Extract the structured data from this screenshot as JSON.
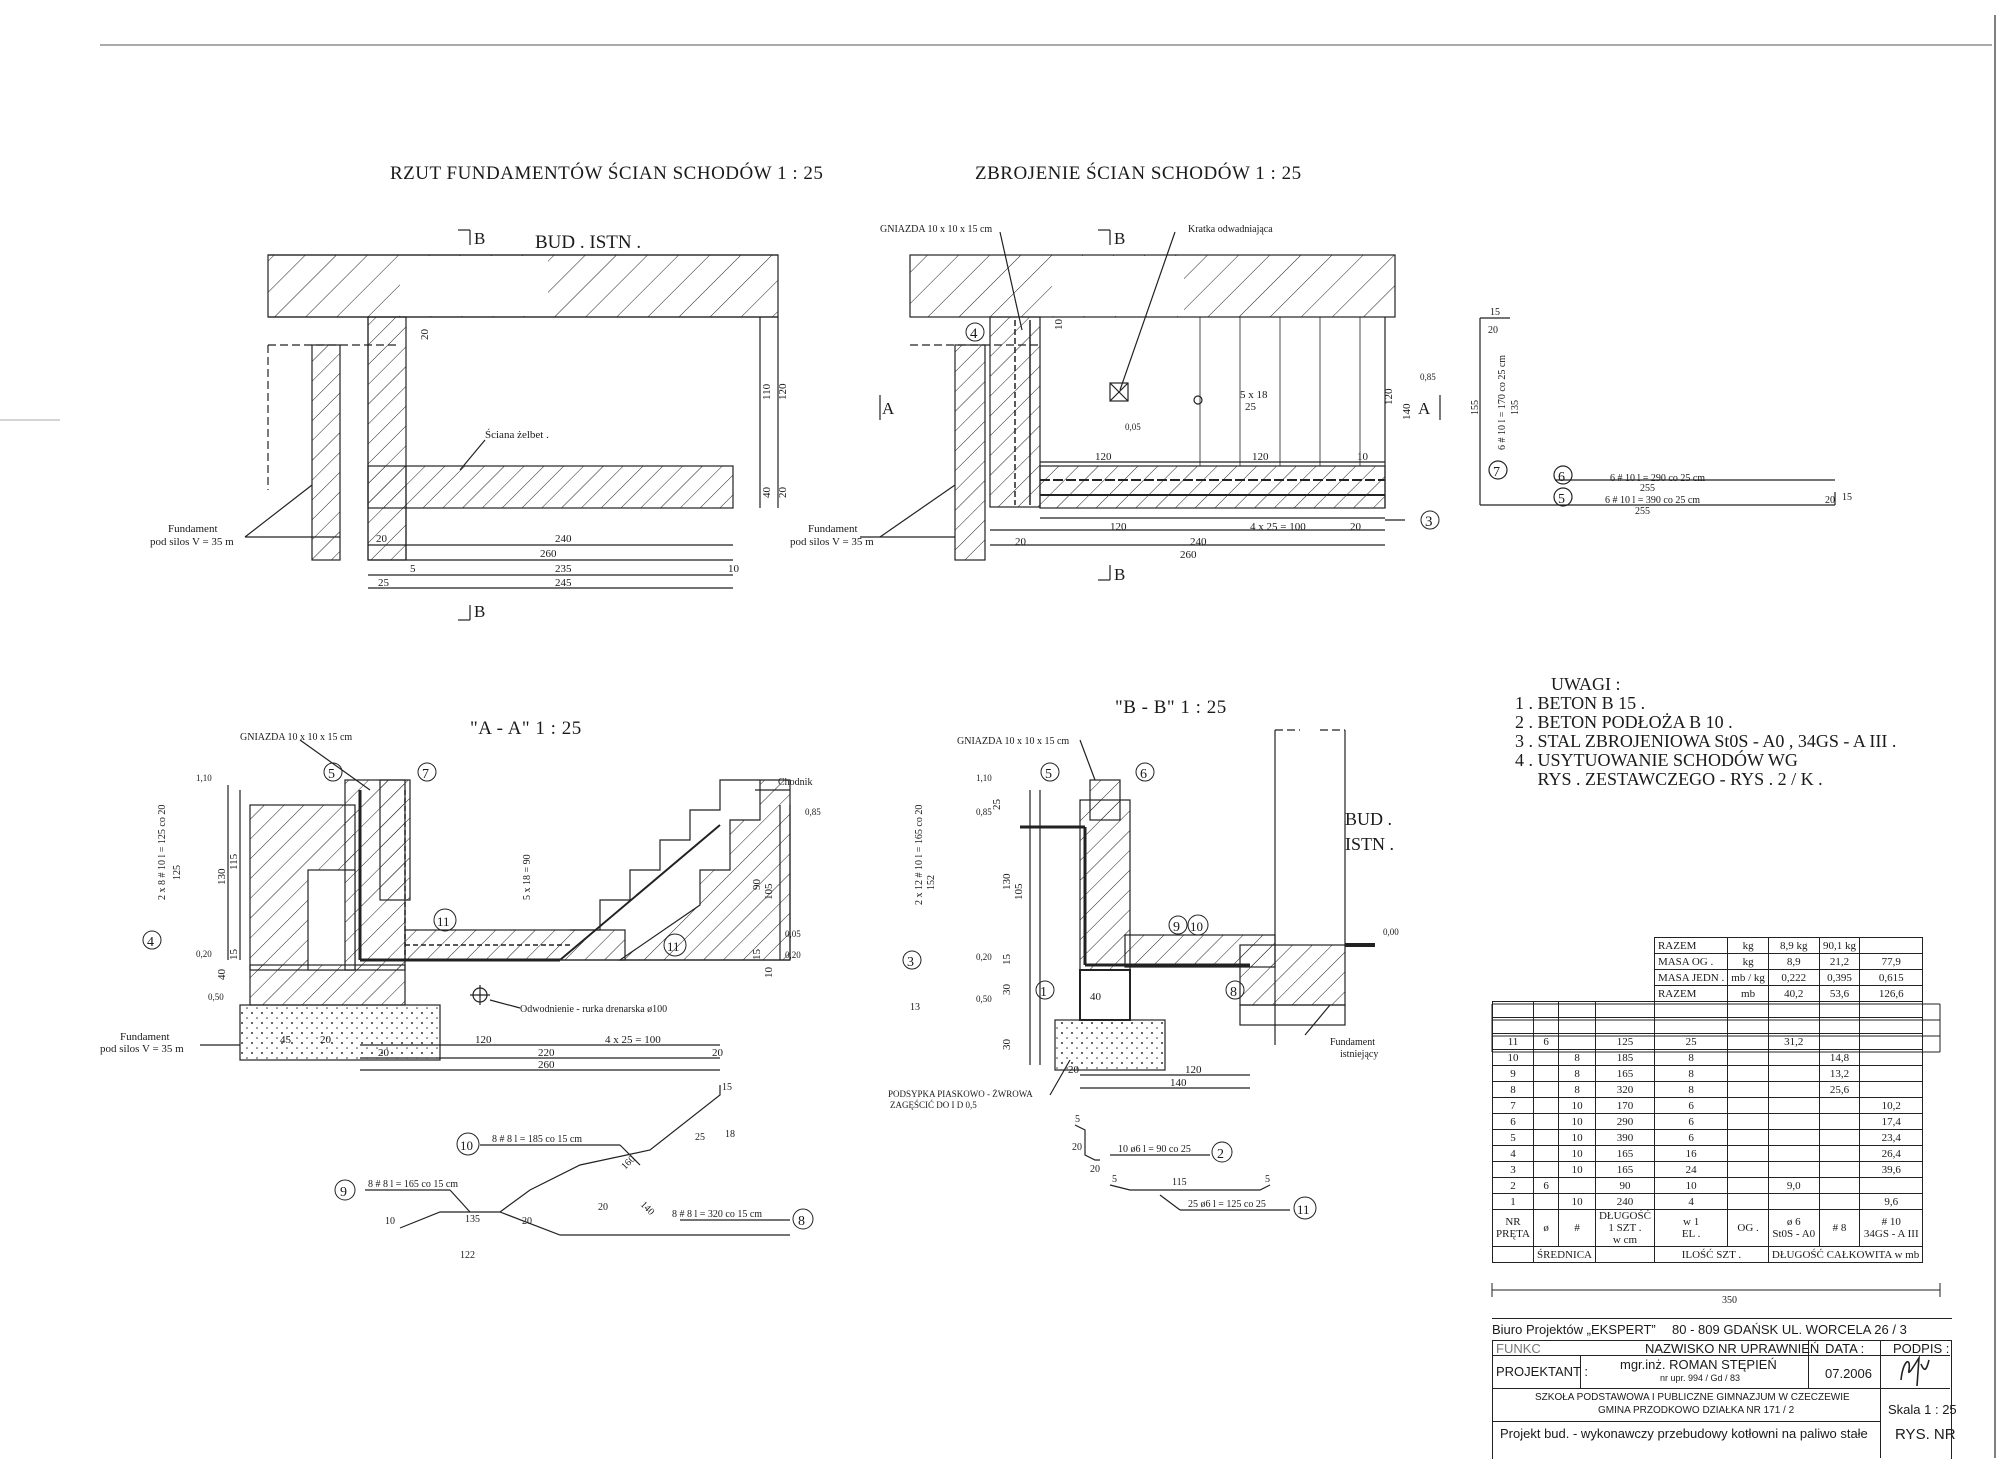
{
  "titles": {
    "plan": "RZUT FUNDAMENTÓW ŚCIAN SCHODÓW 1 : 25",
    "reinforcement": "ZBROJENIE ŚCIAN SCHODÓW 1 : 25",
    "section_aa": "\"A - A\" 1 : 25",
    "section_bb": "\"B - B\" 1 : 25"
  },
  "plan_labels": {
    "bud_istn": "BUD . ISTN .",
    "sciana": "Ściana żelbet .",
    "fundament_1": "Fundament",
    "fundament_2": "pod silos V = 35 m",
    "b_marker": "B",
    "dims": [
      "20",
      "240",
      "260",
      "5",
      "235",
      "10",
      "25",
      "245",
      "20",
      "110",
      "120",
      "40",
      "20"
    ]
  },
  "reinf_labels": {
    "gniazda": "GNIAZDA 10 x 10 x 15 cm",
    "kratka": "Kratka odwadniająca",
    "a_marker": "A",
    "b_marker": "B",
    "bar_4": "4",
    "bar_3": "3",
    "steps": "5 x 18",
    "steps_2": "25",
    "lvl_085": "0,85",
    "lvl_005": "0,05",
    "fundament_1": "Fundament",
    "fundament_2": "pod silos V = 35 m",
    "dims": [
      "120",
      "120",
      "10",
      "120",
      "240",
      "4 x 25 = 100",
      "20",
      "20",
      "260",
      "120",
      "140",
      "10"
    ]
  },
  "bar_shapes": {
    "b7": "6 # 10 l = 170 co 25 cm",
    "b6": "6 # 10 l = 290 co 25 cm",
    "b5": "6 # 10 l = 390 co 25 cm",
    "d15": "15",
    "d20": "20",
    "d155": "155",
    "d135": "135",
    "d255a": "255",
    "d255b": "255",
    "d20b": "20",
    "d15b": "15",
    "n7": "7",
    "n6": "6",
    "n5": "5"
  },
  "section_aa_labels": {
    "gniazda": "GNIAZDA 10 x 10 x 15 cm",
    "chodnik": "Chodnik",
    "odwodnienie": "Odwodnienie - rurka drenarska ø100",
    "vertical_bar": "2 x 8 # 10 l = 125 co 20",
    "vertical_125": "125",
    "steps": "5 x 18 = 90",
    "lvl_110": "1,10",
    "lvl_085": "0,85",
    "lvl_020": "0,20",
    "lvl_050": "0,50",
    "lvl_005": "0,05",
    "lvl_020b": "0,20",
    "fundament_1": "Fundament",
    "fundament_2": "pod silos V = 35 m",
    "n4": "4",
    "n5": "5",
    "n7": "7",
    "n11a": "11",
    "n11b": "11",
    "dims": [
      "130",
      "115",
      "15",
      "40",
      "45",
      "20",
      "20",
      "120",
      "220",
      "4 x 25 = 100",
      "20",
      "260",
      "90",
      "105",
      "15",
      "10"
    ]
  },
  "section_bb_labels": {
    "gniazda": "GNIAZDA 10 x 10 x 15 cm",
    "bud_istn_1": "BUD .",
    "bud_istn_2": "ISTN .",
    "podsypka_1": "PODSYPKA PIASKOWO - ŻWROWA",
    "podsypka_2": "ZAGĘŚCIĆ DO I D 0,5",
    "fundament_1": "Fundament",
    "fundament_2": "istniejący",
    "vertical_bar": "2 x 12 # 10 l = 165 co 20",
    "vertical_152": "152",
    "lvl_110": "1,10",
    "lvl_085": "0,85",
    "lvl_020": "0,20",
    "lvl_050": "0,50",
    "lvl_000": "0,00",
    "n3": "3",
    "n1": "1",
    "n5": "5",
    "n6": "6",
    "n9": "9",
    "n10": "10",
    "n8": "8",
    "d13": "13",
    "dims": [
      "25",
      "130",
      "105",
      "15",
      "30",
      "40",
      "30",
      "20",
      "120",
      "140"
    ]
  },
  "bar_details": {
    "b10": "8 # 8 l = 185 co 15 cm",
    "b9": "8 # 8 l = 165 co 15 cm",
    "b8": "8 # 8 l = 320 co 15 cm",
    "b2": "10 ø6 l = 90 co 25",
    "b11": "25 ø6 l = 125 co 25",
    "n10": "10",
    "n9": "9",
    "n8": "8",
    "n2": "2",
    "n11": "11",
    "dims": [
      "15",
      "25",
      "18",
      "160",
      "20",
      "140",
      "10",
      "135",
      "20",
      "122",
      "5",
      "20",
      "20",
      "5",
      "115",
      "5"
    ]
  },
  "notes": {
    "heading": "UWAGI :",
    "items": [
      "1 . BETON B 15 .",
      "2 . BETON PODŁOŻA B 10 .",
      "3 . STAL ZBROJENIOWA St0S - A0 , 34GS - A III .",
      "4 . USYTUOWANIE SCHODÓW WG",
      "     RYS . ZESTAWCZEGO - RYS . 2 / K ."
    ]
  },
  "schedule": {
    "summary": [
      [
        "RAZEM",
        "kg",
        "8,9 kg",
        "",
        "90,1 kg",
        ""
      ],
      [
        "MASA OG .",
        "kg",
        "8,9",
        "",
        "21,2",
        "77,9"
      ],
      [
        "MASA JEDN .",
        "mb / kg",
        "0,222",
        "",
        "0,395",
        "0,615"
      ],
      [
        "RAZEM",
        "mb",
        "40,2",
        "",
        "53,6",
        "126,6"
      ]
    ],
    "rows": [
      [
        "11",
        "6",
        "",
        "125",
        "25",
        "31,2",
        "",
        ""
      ],
      [
        "10",
        "",
        "8",
        "185",
        "8",
        "",
        "14,8",
        ""
      ],
      [
        "9",
        "",
        "8",
        "165",
        "8",
        "",
        "13,2",
        ""
      ],
      [
        "8",
        "",
        "8",
        "320",
        "8",
        "",
        "25,6",
        ""
      ],
      [
        "7",
        "",
        "10",
        "170",
        "6",
        "",
        "",
        "10,2"
      ],
      [
        "6",
        "",
        "10",
        "290",
        "6",
        "",
        "",
        "17,4"
      ],
      [
        "5",
        "",
        "10",
        "390",
        "6",
        "",
        "",
        "23,4"
      ],
      [
        "4",
        "",
        "10",
        "165",
        "16",
        "",
        "",
        "26,4"
      ],
      [
        "3",
        "",
        "10",
        "165",
        "24",
        "",
        "",
        "39,6"
      ],
      [
        "2",
        "6",
        "",
        "90",
        "10",
        "9,0",
        "",
        ""
      ],
      [
        "1",
        "",
        "10",
        "240",
        "4",
        "",
        "",
        "9,6"
      ]
    ],
    "header": {
      "nr": "NR",
      "preta": "PRĘTA",
      "fi": "ø",
      "hash": "#",
      "dlugosc": "DŁUGOŚĆ",
      "szt": "1 SZT .",
      "wcm": "w cm",
      "w1": "w 1",
      "el": "EL .",
      "og": "OG .",
      "fi6": "ø 6",
      "st0s": "St0S - A0",
      "h8": "# 8",
      "h10": "# 10",
      "gs": "34GS - A III",
      "srednica": "ŚREDNICA",
      "ilosc": "ILOŚĆ SZT .",
      "dlugosc_calk": "DŁUGOŚĆ CAŁKOWITA w mb"
    },
    "width_dim": "350"
  },
  "title_block": {
    "office": "Biuro Projektów „EKSPERT”",
    "address": "80 - 809 GDAŃSK UL. WORCELA 26 / 3",
    "col_func": "FUNKC",
    "col_name": "NAZWISKO NR UPRAWNIEŃ",
    "col_date": "DATA :",
    "col_sign": "PODPIS :",
    "projektant": "PROJEKTANT :",
    "name": "mgr.inż. ROMAN STĘPIEŃ",
    "license": "nr upr. 994 / Gd / 83",
    "date": "07.2006",
    "client_1": "SZKOŁA PODSTAWOWA I PUBLICZNE GIMNAZJUM W CZECZEWIE",
    "client_2": "GMINA PRZODKOWO DZIAŁKA NR 171 / 2",
    "scale": "Skala 1 : 25",
    "project": "Projekt bud. - wykonawczy przebudowy kotłowni na paliwo stałe",
    "rys": "RYS. NR"
  },
  "colors": {
    "ink": "#1a1a1a",
    "paper": "#ffffff"
  }
}
